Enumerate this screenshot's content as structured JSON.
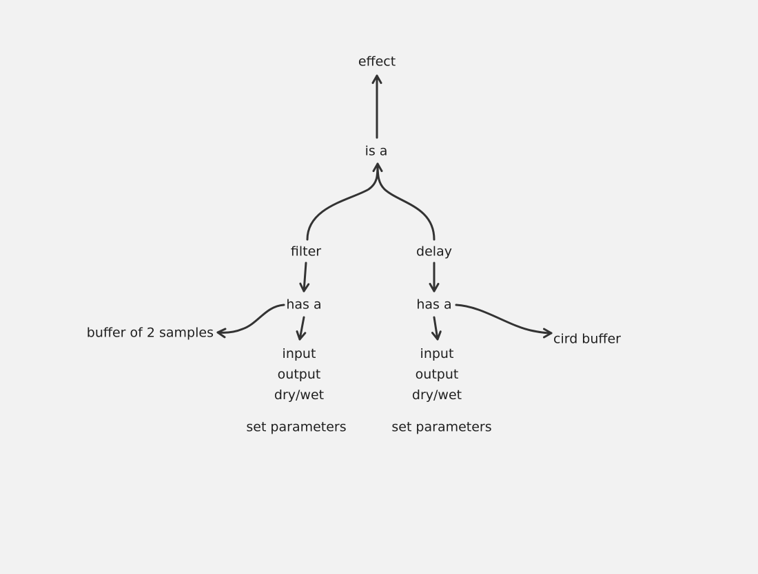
{
  "nodes": {
    "effect": "effect",
    "is_a": "is a",
    "filter": "filter",
    "delay": "delay",
    "filter_has_a": "has a",
    "delay_has_a": "has a",
    "filter_buffer": "buffer of 2 samples",
    "delay_buffer": "cird buffer",
    "filter_io": [
      "input",
      "output",
      "dry/wet"
    ],
    "delay_io": [
      "input",
      "output",
      "dry/wet"
    ],
    "filter_set": "set parameters",
    "delay_set": "set parameters"
  },
  "colors": {
    "background": "#f2f2f2",
    "stroke": "#333333",
    "text": "#1e1e1e"
  }
}
